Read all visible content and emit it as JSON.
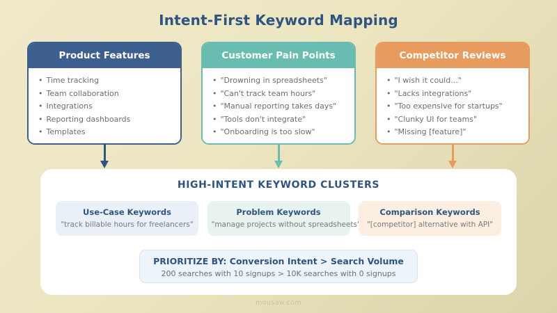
{
  "title": "Intent-First Keyword Mapping",
  "sources": [
    {
      "heading": "Product Features",
      "accent": "#3c5f8f",
      "items": [
        "Time tracking",
        "Team collaboration",
        "Integrations",
        "Reporting dashboards",
        "Templates"
      ]
    },
    {
      "heading": "Customer Pain Points",
      "accent": "#69bdb0",
      "items": [
        "\"Drowning in spreadsheets\"",
        "\"Can't track team hours\"",
        "\"Manual reporting takes days\"",
        "\"Tools don't integrate\"",
        "\"Onboarding is too slow\""
      ]
    },
    {
      "heading": "Competitor Reviews",
      "accent": "#e89b5e",
      "items": [
        "\"I wish it could...\"",
        "\"Lacks integrations\"",
        "\"Too expensive for startups\"",
        "\"Clunky UI for teams\"",
        "\"Missing [feature]\""
      ]
    }
  ],
  "panel": {
    "heading": "HIGH-INTENT KEYWORD CLUSTERS",
    "clusters": [
      {
        "title": "Use-Case Keywords",
        "example": "\"track billable hours for freelancers\"",
        "tint": "#eaf0f7"
      },
      {
        "title": "Problem Keywords",
        "example": "\"manage projects without spreadsheets\"",
        "tint": "#e8f3f0"
      },
      {
        "title": "Comparison Keywords",
        "example": "\"[competitor] alternative with API\"",
        "tint": "#fdeee2"
      }
    ],
    "priority": {
      "main": "PRIORITIZE BY: Conversion Intent > Search Volume",
      "sub": "200 searches with 10 signups > 10K searches with 0 signups"
    }
  },
  "watermark": "mousaw.com",
  "bullet_glyph": "•"
}
